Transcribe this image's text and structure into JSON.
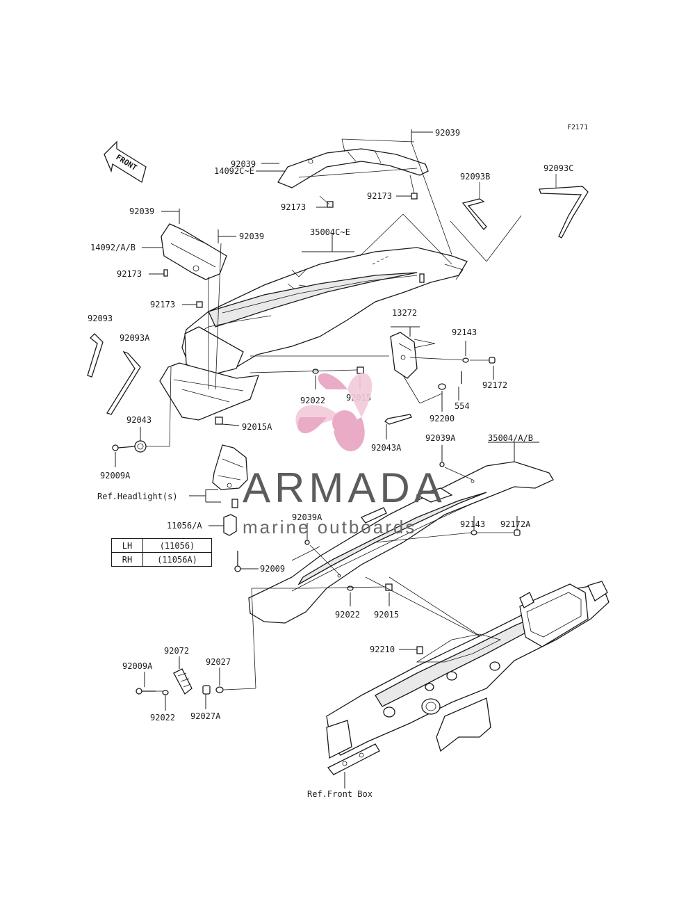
{
  "figure_code": "F2171",
  "front_arrow": "FRONT",
  "labels": {
    "l_92039_top": "92039",
    "l_92039_a": "92039",
    "l_14092c": "14092C~E",
    "l_92173_a": "92173",
    "l_92173_b": "92173",
    "l_92093b": "92093B",
    "l_92093c": "92093C",
    "l_92039_b": "92039",
    "l_14092": "14092/A/B",
    "l_92039_c": "92039",
    "l_35004c": "35004C~E",
    "l_92173_c": "92173",
    "l_92173_d": "92173",
    "l_92093": "92093",
    "l_92093a": "92093A",
    "l_13272": "13272",
    "l_92143_a": "92143",
    "l_92172": "92172",
    "l_554": "554",
    "l_92200": "92200",
    "l_92022_a": "92022",
    "l_92015_a": "92015",
    "l_92043": "92043",
    "l_92015a": "92015A",
    "l_92043a": "92043A",
    "l_92009a_a": "92009A",
    "l_92039a_a": "92039A",
    "l_35004": "35004/A/B",
    "l_ref_headlight": "Ref.Headlight(s)",
    "l_11056": "11056/A",
    "l_92039a_b": "92039A",
    "l_92143_b": "92143",
    "l_92172a": "92172A",
    "l_92009": "92009",
    "l_92022_b": "92022",
    "l_92015_b": "92015",
    "l_92210": "92210",
    "l_92072": "92072",
    "l_92009a_b": "92009A",
    "l_92027": "92027",
    "l_92022_c": "92022",
    "l_92027a": "92027A",
    "l_ref_front_box": "Ref.Front Box"
  },
  "side_table": [
    {
      "side": "LH",
      "part": "(11056)"
    },
    {
      "side": "RH",
      "part": "(11056A)"
    }
  ],
  "watermark": {
    "name": "ARMADA",
    "tagline": "marine outboards",
    "color": "#e8a3c1"
  }
}
